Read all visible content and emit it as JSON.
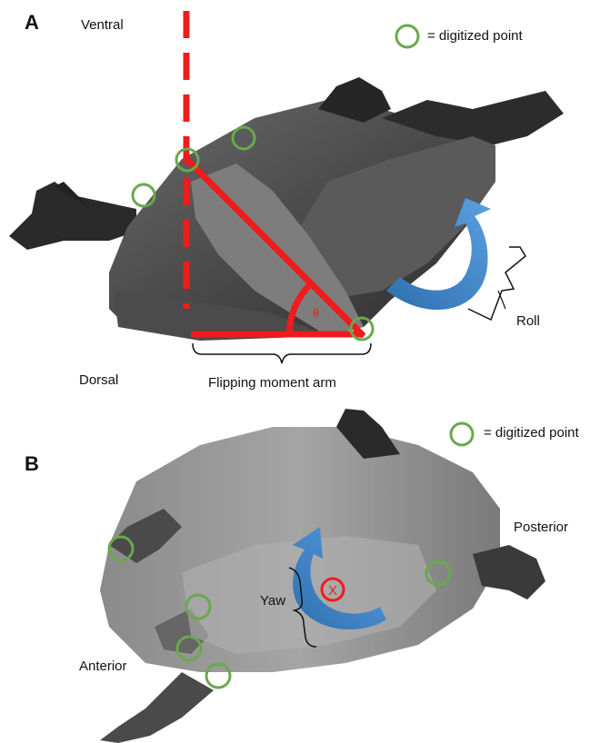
{
  "panel_a": {
    "letter": "A",
    "legend_text": "= digitized point",
    "ventral": "Ventral",
    "dorsal": "Dorsal",
    "moment_arm": "Flipping moment arm",
    "theta": "θ",
    "roll": "Roll"
  },
  "panel_b": {
    "letter": "B",
    "legend_text": "= digitized point",
    "posterior": "Posterior",
    "anterior": "Anterior",
    "yaw": "Yaw",
    "center_mark": "X"
  },
  "colors": {
    "marker_green": "#6aa84f",
    "red": "#ee1c1c",
    "arrow_blue": "#4a90d9",
    "arrow_blue_dark": "#2f6fb0",
    "body_dark": "#3a3a3a",
    "body_mid": "#6d6d6d",
    "body_light": "#9a9a9a"
  }
}
